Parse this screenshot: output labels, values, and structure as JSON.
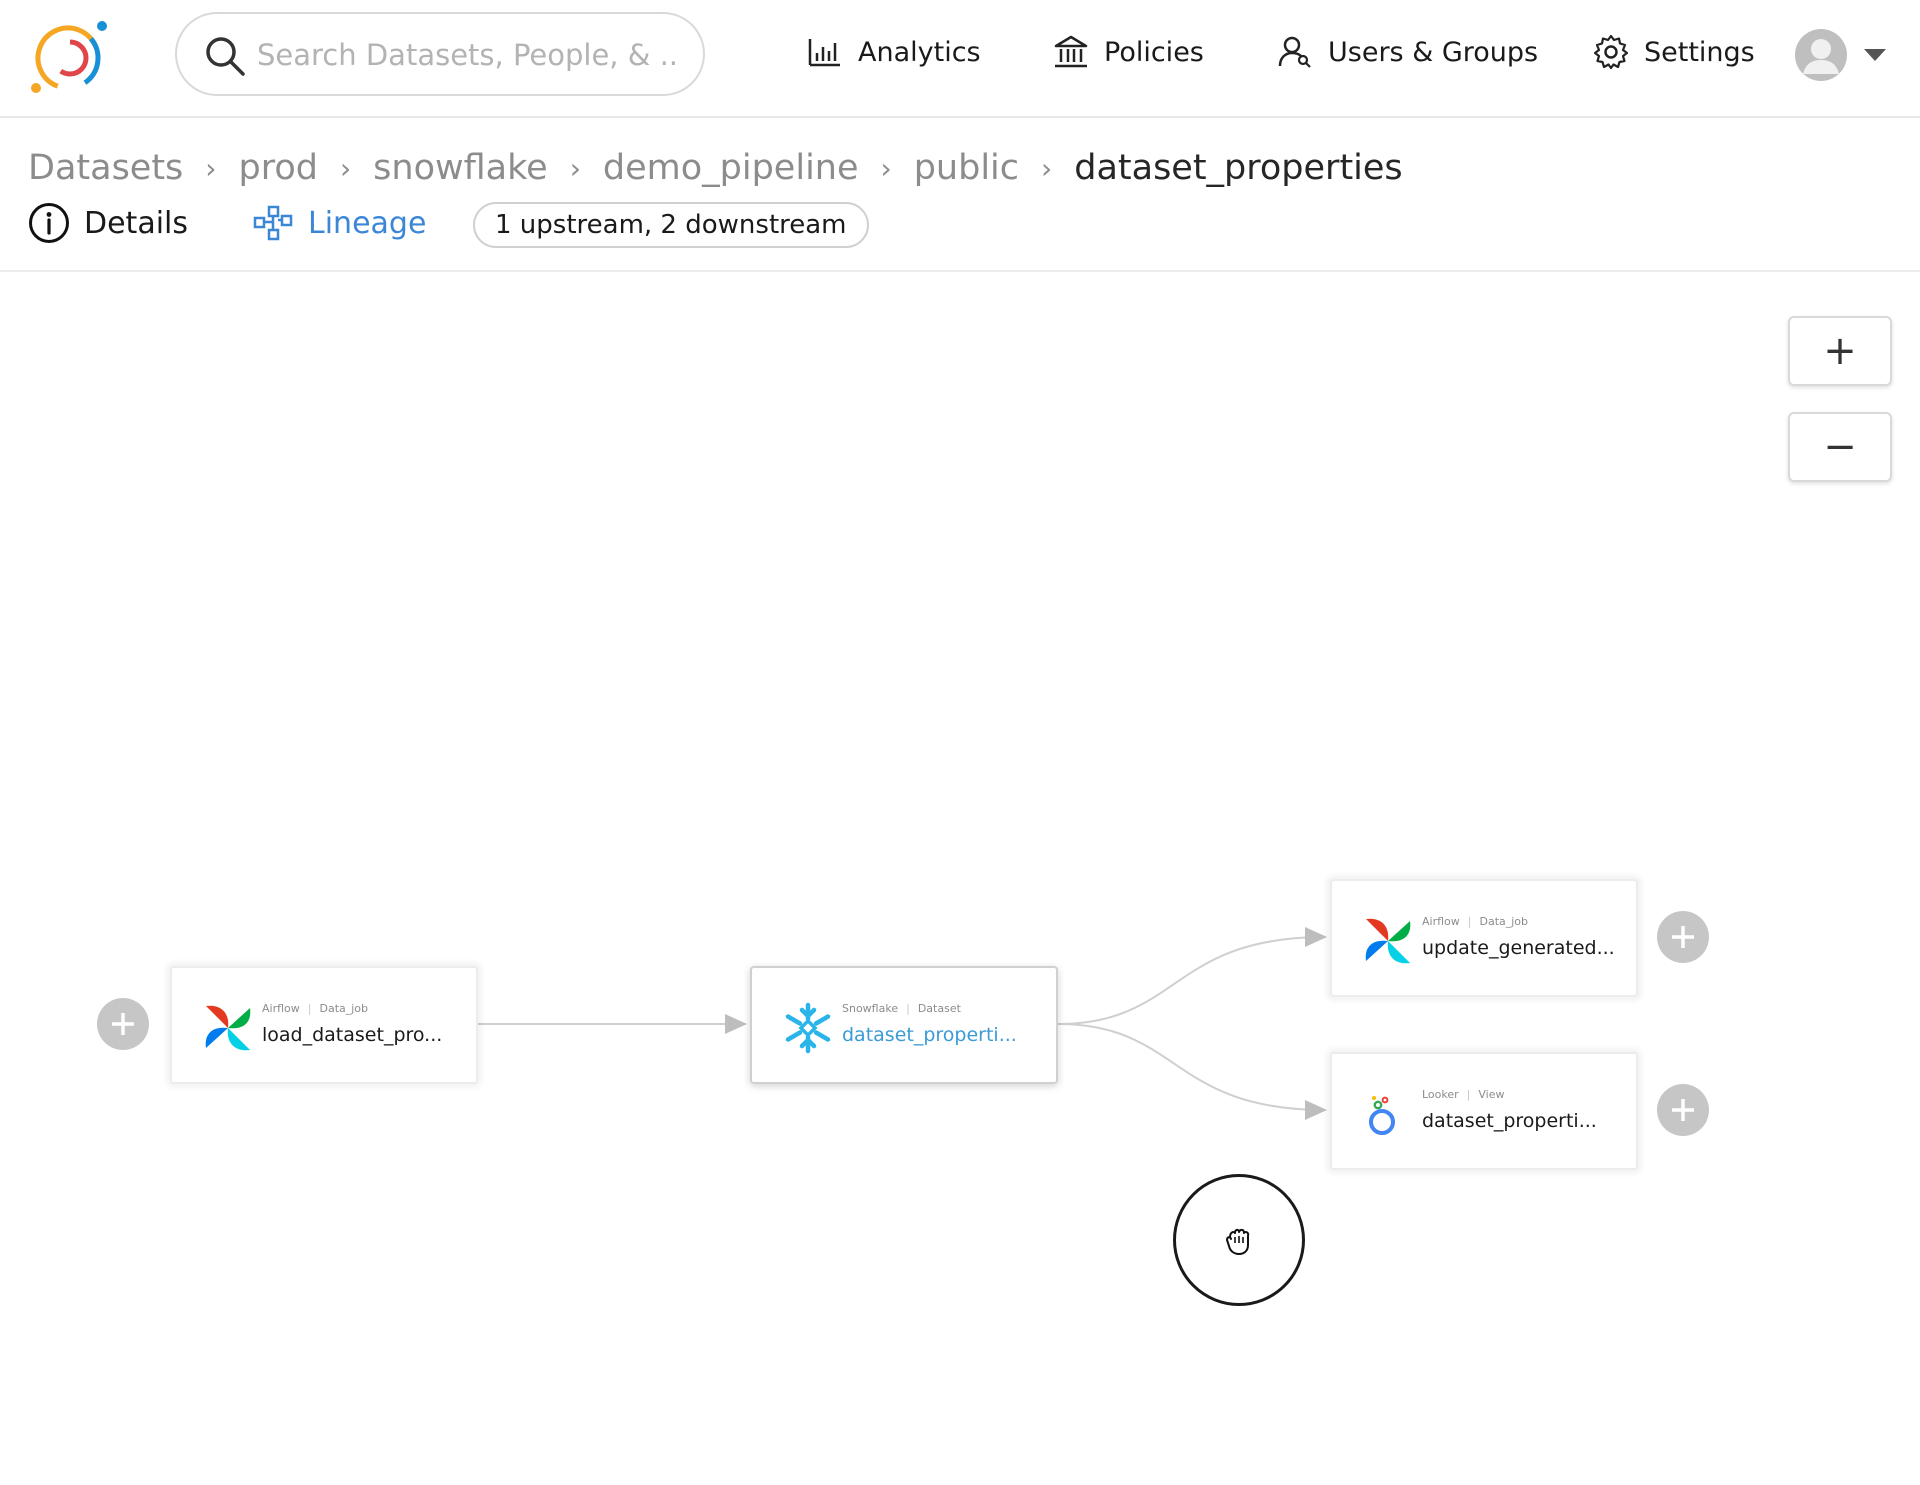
{
  "header": {
    "search_placeholder": "Search Datasets, People, & ...",
    "nav": {
      "analytics": "Analytics",
      "policies": "Policies",
      "users_groups": "Users & Groups",
      "settings": "Settings"
    }
  },
  "breadcrumb": {
    "items": [
      "Datasets",
      "prod",
      "snowflake",
      "demo_pipeline",
      "public"
    ],
    "separator": "›",
    "current": "dataset_properties"
  },
  "tabs": {
    "details": "Details",
    "lineage": "Lineage",
    "lineage_count": "1 upstream, 2 downstream"
  },
  "zoom": {
    "in": "+",
    "out": "−"
  },
  "lineage": {
    "nodes": [
      {
        "id": "upstream",
        "platform": "Airflow",
        "type": "Data_job",
        "name": "load_dataset_pro...",
        "icon": "airflow-icon"
      },
      {
        "id": "center",
        "platform": "Snowflake",
        "type": "Dataset",
        "name": "dataset_properti...",
        "icon": "snowflake-icon"
      },
      {
        "id": "down1",
        "platform": "Airflow",
        "type": "Data_job",
        "name": "update_generated...",
        "icon": "airflow-icon"
      },
      {
        "id": "down2",
        "platform": "Looker",
        "type": "View",
        "name": "dataset_properti...",
        "icon": "looker-icon"
      }
    ]
  },
  "colors": {
    "accent": "#3b87d6",
    "link": "#3b9bd6",
    "expand": "#c6c6c6"
  }
}
